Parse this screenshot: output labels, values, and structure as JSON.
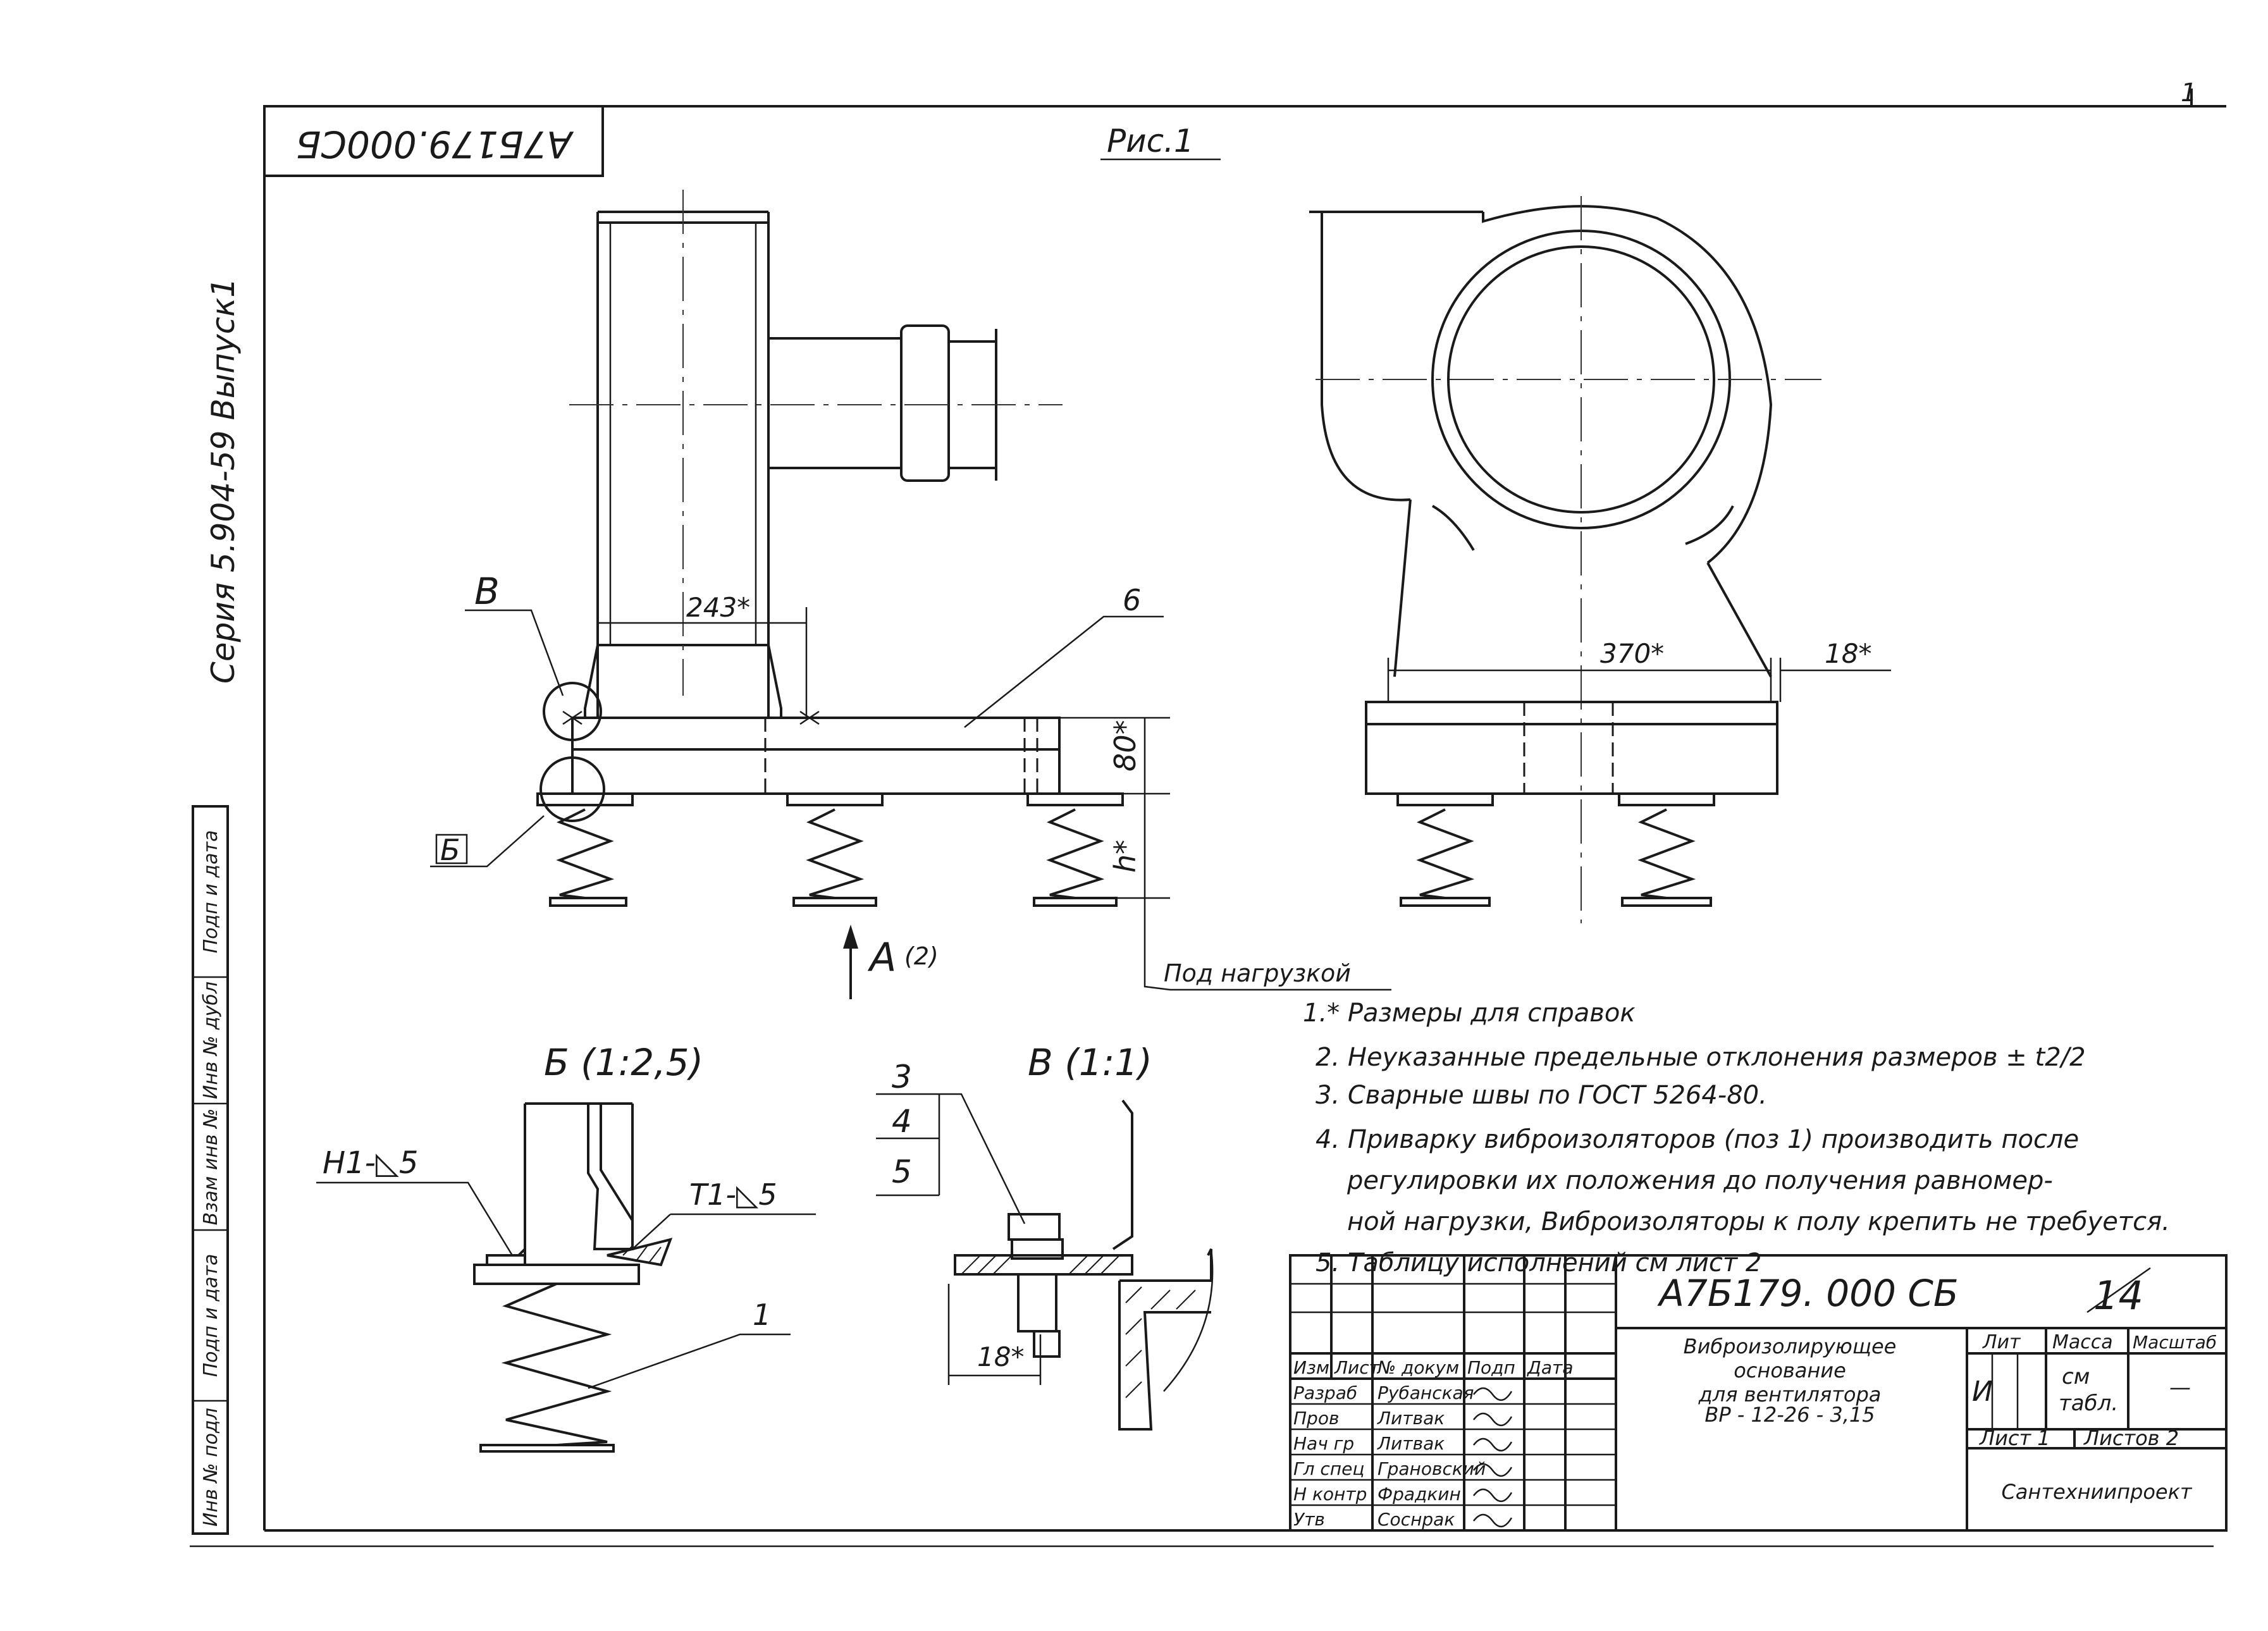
{
  "figure_title": "Рис.1",
  "page_corner_number": "1",
  "doc_code_stamp_rotated": "А7Б179.000СБ",
  "series_label": "Серия 5.904-59 Выпуск1",
  "side_box_labels": [
    "Инв № подл",
    "Подп и дата",
    "Взам инв №",
    "Инв № дубл",
    "Подп и дата"
  ],
  "views": {
    "front": {
      "callout_v": "В",
      "callout_b": "Б",
      "dim_243": "243*",
      "pos_6": "6",
      "dim_80": "80*",
      "dim_h": "h*",
      "view_arrow_letter": "А",
      "view_arrow_sheet": "(2)",
      "under_load": "Под нагрузкой"
    },
    "side": {
      "dim_370": "370*",
      "dim_18": "18*"
    },
    "detail_b": {
      "title": "Б (1:2,5)",
      "weld_left": "Н1-◺5",
      "weld_right": "Т1-◺5",
      "pos_1": "1"
    },
    "detail_v": {
      "title": "В (1:1)",
      "pos_3": "3",
      "pos_4": "4",
      "pos_5": "5",
      "dim_18": "18*"
    }
  },
  "notes": [
    "1.* Размеры для справок",
    "2. Неуказанные предельные отклонения размеров ± t2/2",
    "3. Сварные швы по ГОСТ 5264-80.",
    "4. Приварку виброизоляторов (поз 1) производить после",
    "регулировки их положения до получения равномер-",
    "ной нагрузки, Виброизоляторы к полу крепить не требуется.",
    "5. Таблицу исполнений см лист 2"
  ],
  "title_block": {
    "doc_code": "А7Б179. 000 СБ",
    "handwritten_mark": "14",
    "name_lines": [
      "Виброизолирующее",
      "основание",
      "для вентилятора",
      "ВР - 12-26 - 3,15"
    ],
    "col_headers": [
      "Изм",
      "Лист",
      "№ докум",
      "Подп",
      "Дата"
    ],
    "roles": [
      {
        "role": "Разраб",
        "name": "Рубанская"
      },
      {
        "role": "Пров",
        "name": "Литвак"
      },
      {
        "role": "Нач гр",
        "name": "Литвак"
      },
      {
        "role": "Гл спец",
        "name": "Грановский"
      },
      {
        "role": "Н контр",
        "name": "Фрадкин"
      },
      {
        "role": "Утв",
        "name": "Соснрак"
      }
    ],
    "lit_label": "Лит",
    "mass_label": "Масса",
    "scale_label": "Масштаб",
    "lit_value": "И",
    "mass_value_1": "см",
    "mass_value_2": "табл.",
    "scale_value": "—",
    "sheet_label": "Лист 1",
    "sheets_label": "Листов 2",
    "org": "Сантехниипроект"
  }
}
